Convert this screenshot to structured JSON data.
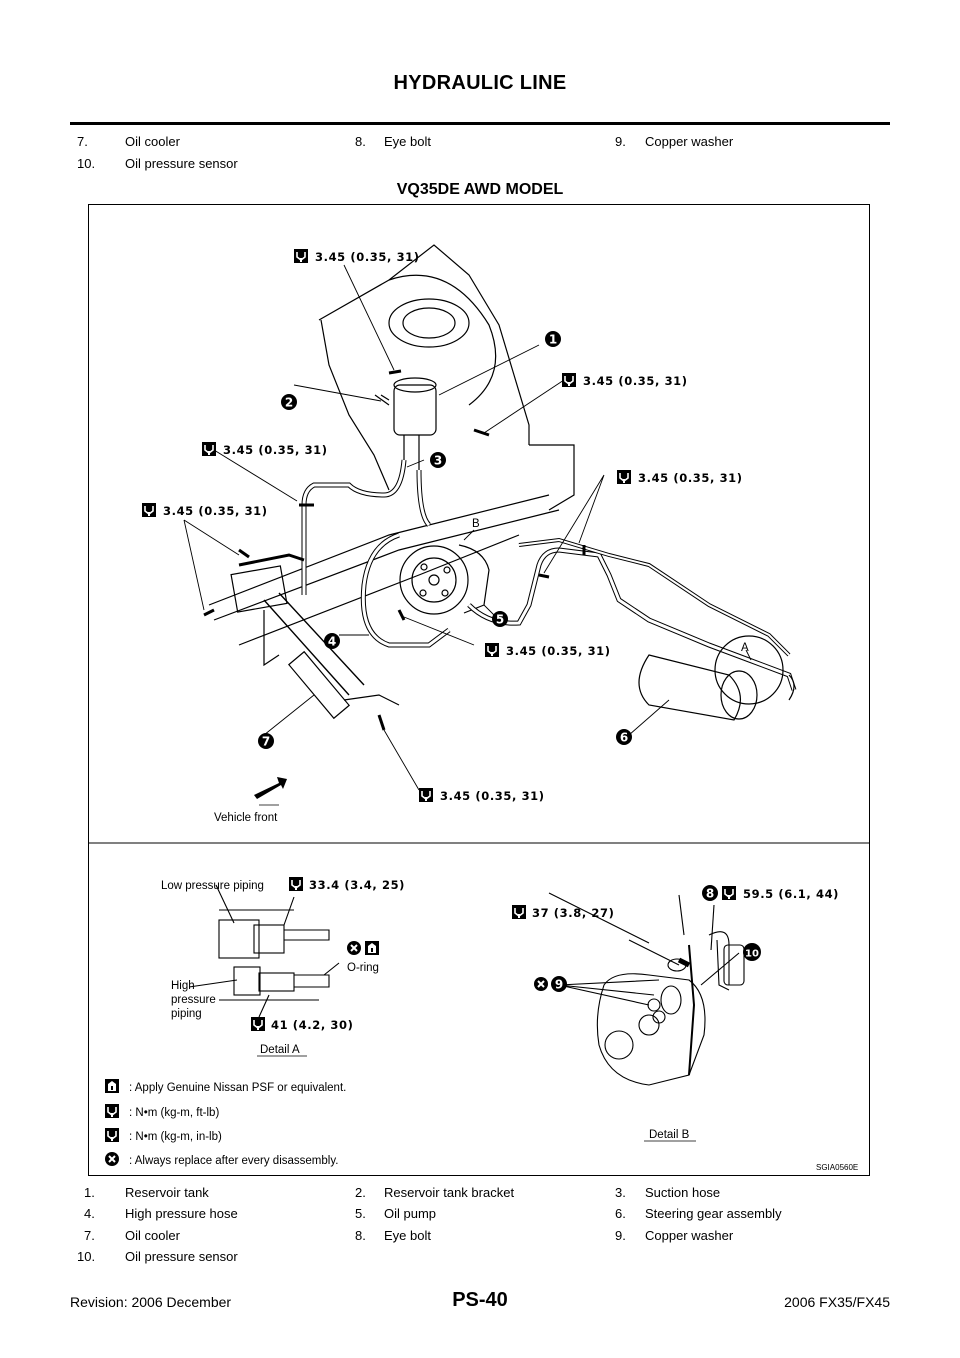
{
  "header": {
    "title": "HYDRAULIC LINE"
  },
  "top_legend": [
    {
      "num": "7.",
      "text": "Oil cooler"
    },
    {
      "num": "8.",
      "text": "Eye bolt"
    },
    {
      "num": "9.",
      "text": "Copper washer"
    },
    {
      "num": "10.",
      "text": "Oil pressure sensor"
    }
  ],
  "section": {
    "title": "VQ35DE AWD MODEL"
  },
  "figure": {
    "torques": {
      "t1": "3.45 (0.35, 31)",
      "t2": "3.45 (0.35, 31)",
      "t3": "3.45 (0.35, 31)",
      "t4": "3.45 (0.35, 31)",
      "t5": "3.45 (0.35, 31)",
      "t6": "3.45 (0.35, 31)",
      "t7": "3.45 (0.35, 31)",
      "detailA_top": "33.4 (3.4, 25)",
      "detailA_bottom": "41 (4.2, 30)",
      "detailB_bolt": "37 (3.8, 27)",
      "detailB_eye": "59.5 (6.1, 44)"
    },
    "callouts": [
      "1",
      "2",
      "3",
      "4",
      "5",
      "6",
      "7",
      "8",
      "9",
      "10"
    ],
    "letters": {
      "a": "A",
      "b": "B"
    },
    "vehicle_front": "Vehicle front",
    "detail_a": {
      "low_pressure": "Low pressure piping",
      "high_pressure_1": "High",
      "high_pressure_2": "pressure",
      "high_pressure_3": "piping",
      "oring": "O-ring",
      "caption": "Detail A"
    },
    "detail_b": {
      "caption": "Detail B"
    },
    "key": [
      ":  Apply Genuine Nissan PSF or equivalent.",
      ":  N•m  (kg-m,  ft-lb)",
      ":  N•m  (kg-m,  in-lb)",
      ": Always replace after every disassembly."
    ],
    "figure_id": "SGIA0560E"
  },
  "bottom_legend": [
    {
      "num": "1.",
      "text": "Reservoir tank"
    },
    {
      "num": "2.",
      "text": "Reservoir tank bracket"
    },
    {
      "num": "3.",
      "text": "Suction hose"
    },
    {
      "num": "4.",
      "text": "High pressure hose"
    },
    {
      "num": "5.",
      "text": "Oil pump"
    },
    {
      "num": "6.",
      "text": "Steering gear assembly"
    },
    {
      "num": "7.",
      "text": "Oil cooler"
    },
    {
      "num": "8.",
      "text": "Eye bolt"
    },
    {
      "num": "9.",
      "text": "Copper washer"
    },
    {
      "num": "10.",
      "text": "Oil pressure sensor"
    }
  ],
  "footer": {
    "revision": "Revision: 2006 December",
    "page": "PS-40",
    "model": "2006 FX35/FX45"
  }
}
